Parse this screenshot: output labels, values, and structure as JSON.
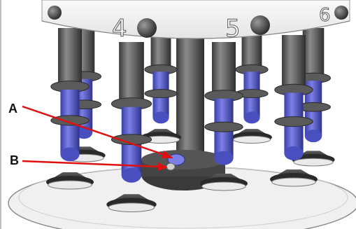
{
  "diagram": {
    "station_numbers": [
      "4",
      "5",
      "6"
    ],
    "callouts": [
      {
        "label": "A"
      },
      {
        "label": "B"
      }
    ],
    "colors": {
      "callout_arrow": "#e01010",
      "piston_blue": "#5a5fd0",
      "body_gray": "#6e6e6e",
      "dark_gray": "#3c3c3c",
      "plate": "#f2f2f2"
    }
  }
}
